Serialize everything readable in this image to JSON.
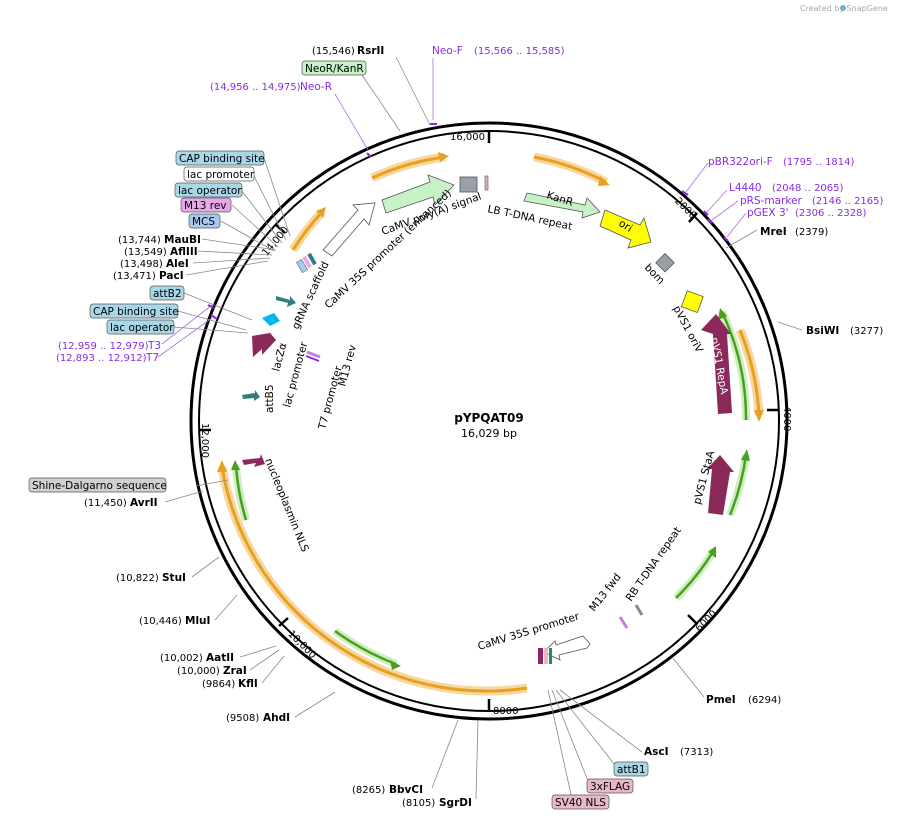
{
  "credit": "Created by SnapGene",
  "plasmid": {
    "name": "pYPQAT09",
    "length": "16,029 bp"
  },
  "ticks": [
    "2000",
    "4000",
    "6000",
    "8000",
    "10,000",
    "12,000",
    "14,000",
    "16,000"
  ],
  "enzymes": [
    {
      "name": "RsrII",
      "pos": "(15,546)"
    },
    {
      "name": "MreI",
      "pos": "(2379)"
    },
    {
      "name": "BsiWI",
      "pos": "(3277)"
    },
    {
      "name": "PmeI",
      "pos": "(6294)"
    },
    {
      "name": "AscI",
      "pos": "(7313)"
    },
    {
      "name": "BbvCI",
      "pos": "(8265)"
    },
    {
      "name": "SgrDI",
      "pos": "(8105)"
    },
    {
      "name": "AhdI",
      "pos": "(9508)"
    },
    {
      "name": "KflI",
      "pos": "(9864)"
    },
    {
      "name": "ZraI",
      "pos": "(10,000)"
    },
    {
      "name": "AatII",
      "pos": "(10,002)"
    },
    {
      "name": "MluI",
      "pos": "(10,446)"
    },
    {
      "name": "StuI",
      "pos": "(10,822)"
    },
    {
      "name": "AvrII",
      "pos": "(11,450)"
    },
    {
      "name": "PacI",
      "pos": "(13,471)"
    },
    {
      "name": "AleI",
      "pos": "(13,498)"
    },
    {
      "name": "AflIII",
      "pos": "(13,549)"
    },
    {
      "name": "MauBI",
      "pos": "(13,744)"
    }
  ],
  "primers": [
    {
      "name": "Neo-F",
      "pos": "(15,566 .. 15,585)"
    },
    {
      "name": "Neo-R",
      "pos": "(14,956 .. 14,975)"
    },
    {
      "name": "pBR322ori-F",
      "pos": "(1795 .. 1814)"
    },
    {
      "name": "L4440",
      "pos": "(2048 .. 2065)"
    },
    {
      "name": "pRS-marker",
      "pos": "(2146 .. 2165)"
    },
    {
      "name": "pGEX 3'",
      "pos": "(2306 .. 2328)"
    },
    {
      "name": "T3",
      "pos": "(12,959 .. 12,979)"
    },
    {
      "name": "T7",
      "pos": "(12,893 .. 12,912)"
    }
  ],
  "boxed_features": [
    {
      "name": "NeoR/KanR",
      "color": "#c6f2c6"
    },
    {
      "name": "CAP binding site",
      "color": "#a8d8e8"
    },
    {
      "name": "lac promoter",
      "color": "#ffffff"
    },
    {
      "name": "lac operator",
      "color": "#a8d8e8"
    },
    {
      "name": "M13 rev",
      "color": "#e8a8e8"
    },
    {
      "name": "MCS",
      "color": "#a8c8f0"
    },
    {
      "name": "attB2",
      "color": "#a8d8e8"
    },
    {
      "name": "CAP binding site",
      "color": "#a8d8e8"
    },
    {
      "name": "lac operator",
      "color": "#a8d8e8"
    },
    {
      "name": "Shine-Dalgarno sequence",
      "color": "#d0d0d0"
    },
    {
      "name": "attB1",
      "color": "#a8d8e8"
    },
    {
      "name": "3xFLAG",
      "color": "#e8b8c8"
    },
    {
      "name": "SV40 NLS",
      "color": "#e8b8c8"
    }
  ],
  "inner_labels": [
    "CaMV poly(A) signal",
    "CaMV 35S promoter (enhanced)",
    "LB T-DNA repeat",
    "KanR",
    "ori",
    "bom",
    "pVS1 oriV",
    "pVS1 RepA",
    "pVS1 StaA",
    "RB T-DNA repeat",
    "M13 fwd",
    "CaMV 35S promoter",
    "nucleoplasmin NLS",
    "attB5",
    "lac promoter",
    "T7 promoter",
    "M13 rev",
    "lacZα",
    "gRNA scaffold"
  ],
  "colors": {
    "primer": "#8a2be2",
    "backbone": "#000000",
    "orange_arrow": "#e8a020",
    "orange_glow": "#f6d7a0",
    "green_arrow": "#48a020",
    "green_glow": "#cfeec0",
    "maroon": "#8b2a5a",
    "kanr": "#c6f2c6",
    "ori": "#ffff00",
    "grey": "#9aa0a8"
  }
}
